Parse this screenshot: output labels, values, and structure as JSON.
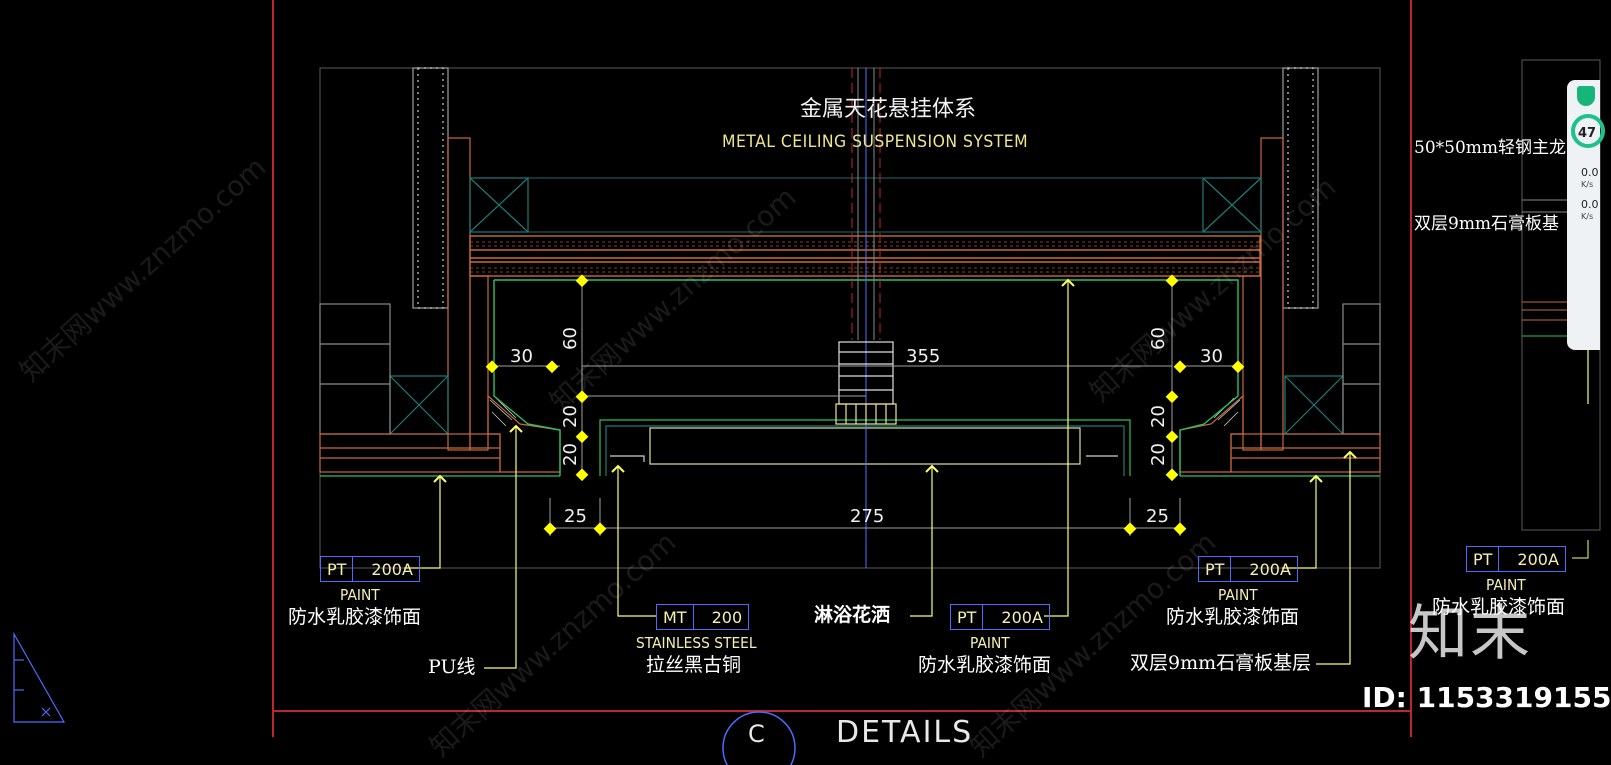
{
  "title": {
    "cn": "金属天花悬挂体系",
    "en": "METAL CEILING SUSPENSION SYSTEM"
  },
  "dimensions": {
    "d30_left": "30",
    "d30_right": "30",
    "d60_left": "60",
    "d60_right": "60",
    "d20_l1": "20",
    "d20_l2": "20",
    "d20_r1": "20",
    "d20_r2": "20",
    "d355": "355",
    "d25_left": "25",
    "d25_right": "25",
    "d275": "275"
  },
  "callouts": {
    "left_tag": {
      "code": "PT",
      "num": "200A",
      "en": "PAINT",
      "cn": "防水乳胶漆饰面"
    },
    "pu_line": "PU线",
    "mt_tag": {
      "code": "MT",
      "num": "200",
      "en": "STAINLESS STEEL",
      "cn": "拉丝黑古铜"
    },
    "shower": "淋浴花洒",
    "center_tag": {
      "code": "PT",
      "num": "200A",
      "en": "PAINT",
      "cn": "防水乳胶漆饰面"
    },
    "right_tag": {
      "code": "PT",
      "num": "200A",
      "en": "PAINT",
      "cn": "防水乳胶漆饰面"
    },
    "gypsum": "双层9mm石膏板基层",
    "far_right_tag": {
      "code": "PT",
      "num": "200A",
      "en": "PAINT",
      "cn": "防水乳胶漆饰面"
    },
    "far_right_note1": "50*50mm轻钢主龙",
    "far_right_note2": "双层9mm石膏板基"
  },
  "footer": {
    "details": "DETAILS",
    "circle": "C"
  },
  "watermark": {
    "logo": "知末",
    "id": "ID: 1153319155",
    "site": "知末网www.znzmo.com"
  },
  "widget": {
    "percent": "47",
    "up_val": "0.0",
    "up_unit": "K/s",
    "down_val": "0.0",
    "down_unit": "K/s"
  },
  "colors": {
    "frame": "#c0262d",
    "dim_tick": "#ffff00",
    "wall": "#c86a3a",
    "green_line": "#2fbf5f",
    "callout": "#ffff66",
    "tag_border": "#4a6cff"
  }
}
